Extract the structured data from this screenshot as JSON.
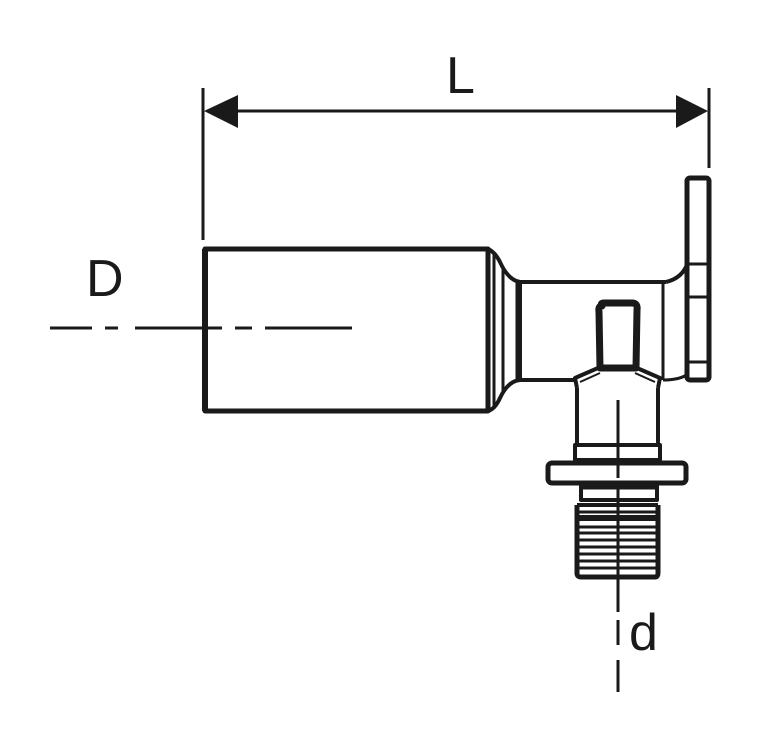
{
  "diagram": {
    "type": "technical-drawing",
    "subject": "elbow fitting with wall plate and threaded outlet",
    "labels": {
      "length": "L",
      "main_diameter": "D",
      "outlet_diameter": "d"
    },
    "colors": {
      "line": "#1a1a1a",
      "background": "#ffffff"
    }
  }
}
